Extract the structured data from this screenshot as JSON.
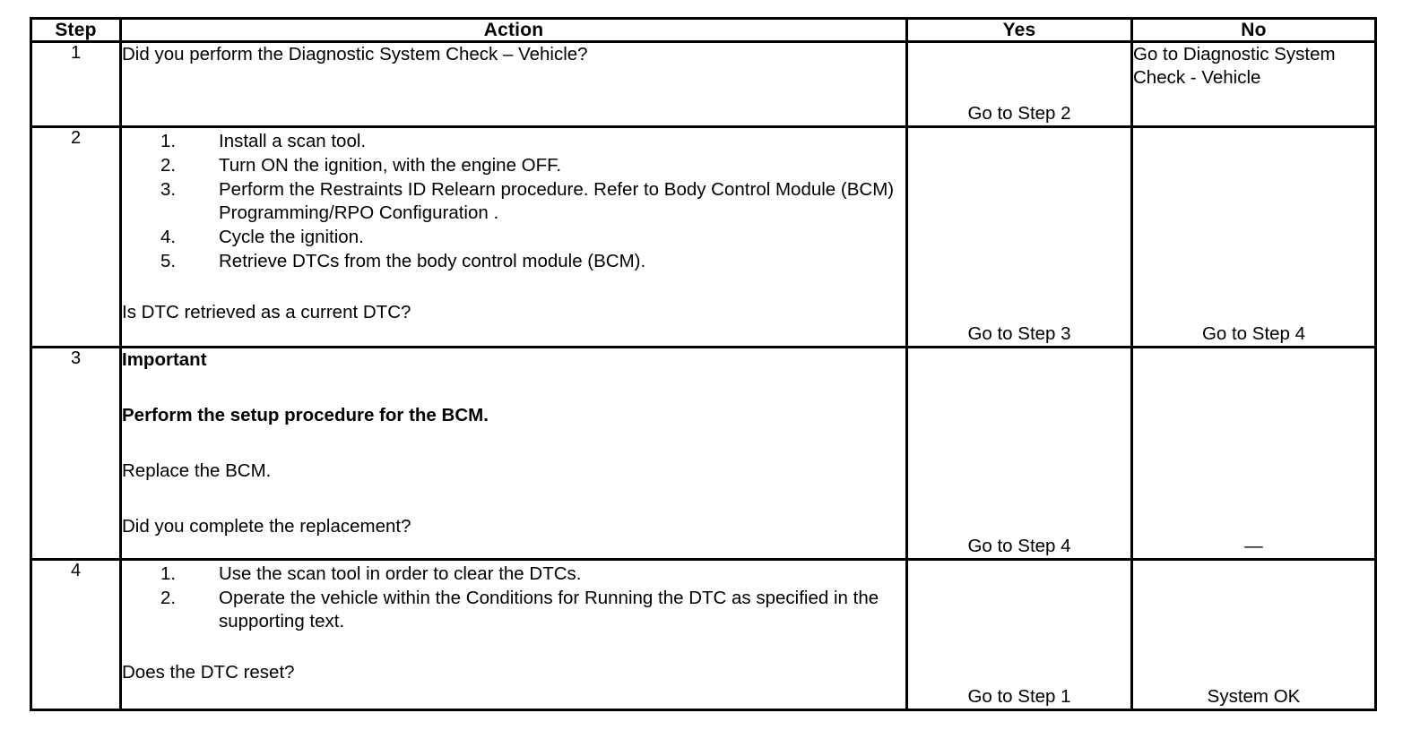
{
  "table": {
    "headers": {
      "step": "Step",
      "action": "Action",
      "yes": "Yes",
      "no": "No"
    },
    "rows": [
      {
        "step": "1",
        "action": {
          "lead": "Did you perform the Diagnostic System Check – Vehicle?",
          "items": [],
          "question": ""
        },
        "yes": "Go to Step 2",
        "no": "Go to Diagnostic System Check - Vehicle"
      },
      {
        "step": "2",
        "action": {
          "lead": "",
          "items": [
            {
              "num": "1.",
              "text": "Install a scan tool."
            },
            {
              "num": "2.",
              "text": "Turn ON the ignition, with the engine OFF."
            },
            {
              "num": "3.",
              "text": "Perform the Restraints ID Relearn procedure. Refer to Body Control Module (BCM) Programming/RPO Configuration ."
            },
            {
              "num": "4.",
              "text": "Cycle the ignition."
            },
            {
              "num": "5.",
              "text": "Retrieve DTCs from the body control module (BCM)."
            }
          ],
          "question": "Is DTC retrieved as a current DTC?"
        },
        "yes": "Go to Step 3",
        "no": "Go to Step 4"
      },
      {
        "step": "3",
        "action": {
          "important_label": "Important",
          "important_body": "Perform the setup procedure for the BCM.",
          "body": "Replace the BCM.",
          "question": "Did you complete the replacement?"
        },
        "yes": "Go to Step 4",
        "no": "—"
      },
      {
        "step": "4",
        "action": {
          "lead": "",
          "items": [
            {
              "num": "1.",
              "text": "Use the scan tool in order to clear the DTCs."
            },
            {
              "num": "2.",
              "text": "Operate the vehicle within the Conditions for Running the DTC as specified in the supporting text."
            }
          ],
          "question": "Does the DTC reset?"
        },
        "yes": "Go to Step 1",
        "no": "System OK"
      }
    ]
  }
}
